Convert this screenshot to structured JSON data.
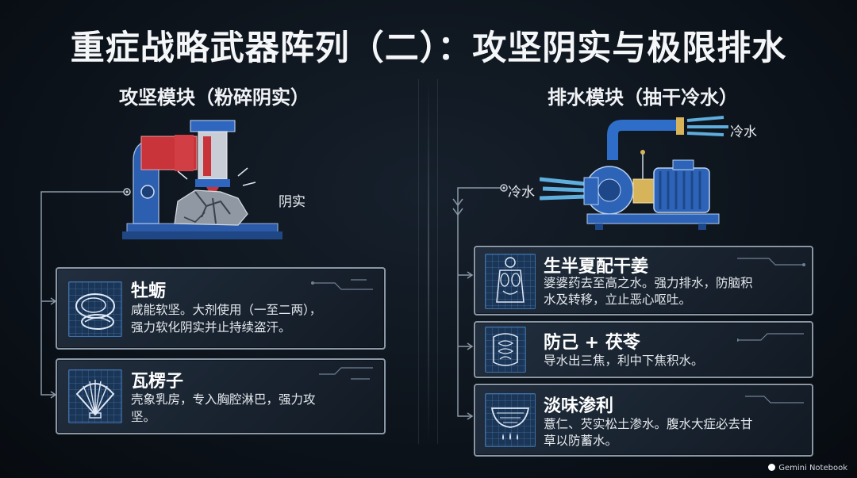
{
  "title": "重症战略武器阵列（二）：攻坚阴实与极限排水",
  "left_section": {
    "heading": "攻坚模块（粉碎阴实）",
    "illustration_label": "阴实",
    "cards": [
      {
        "title": "牡蛎",
        "desc_line1": "咸能软坚。大剂使用（一至二两），",
        "desc_line2": "强力软化阴实并止持续盗汗。",
        "icon": "oyster-icon"
      },
      {
        "title": "瓦楞子",
        "desc_line1": "壳象乳房，专入胸腔淋巴，强力攻",
        "desc_line2": "坚。",
        "icon": "scallop-shell-icon"
      }
    ]
  },
  "right_section": {
    "heading": "排水模块（抽干冷水）",
    "label_top": "冷水",
    "label_left": "冷水",
    "cards": [
      {
        "title": "生半夏配干姜",
        "desc_line1": "婆婆药去至高之水。强力排水，防脑积",
        "desc_line2": "水及转移，立止恶心呕吐。",
        "icon": "human-organs-icon"
      },
      {
        "title": "防己 + 茯苓",
        "desc_line1": "导水出三焦，利中下焦积水。",
        "desc_line2": "",
        "icon": "intestines-icon"
      },
      {
        "title": "淡味渗利",
        "desc_line1": "薏仁、芡实松土渗水。腹水大症必去甘",
        "desc_line2": "草以防蓄水。",
        "icon": "strainer-icon"
      }
    ]
  },
  "watermark": "Gemini Notebook",
  "colors": {
    "background": "#0b1118",
    "card_border": "#8a97a6",
    "icon_bg": "#1a3556",
    "accent_blue": "#3b8de0",
    "accent_red": "#c8343a",
    "water": "#4fb6ff"
  }
}
